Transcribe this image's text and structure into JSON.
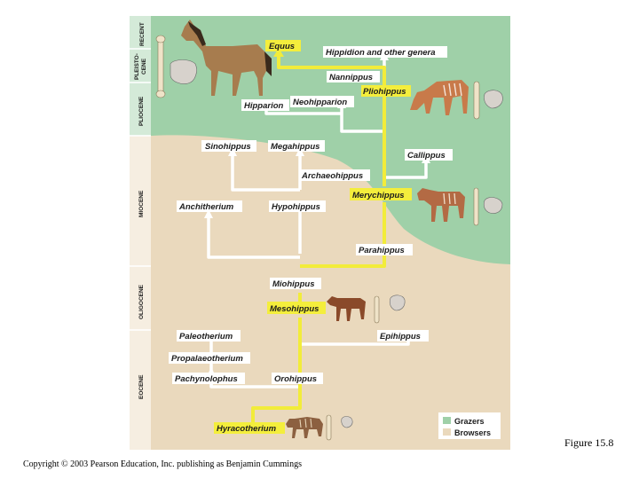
{
  "epochs": {
    "recent": "RECENT",
    "pleistocene_1": "PLEISTO-",
    "pleistocene_2": "CENE",
    "pliocene": "PLIOCENE",
    "miocene": "MIOCENE",
    "oligocene": "OLIGOCENE",
    "eocene": "EOCENE"
  },
  "genera": {
    "equus": "Equus",
    "hippidion": "Hippidion and other genera",
    "nannippus": "Nannippus",
    "pliohippus": "Pliohippus",
    "hipparion": "Hipparion",
    "neohipparion": "Neohipparion",
    "sinohippus": "Sinohippus",
    "megahippus": "Megahippus",
    "callippus": "Callippus",
    "archaeohippus": "Archaeohippus",
    "merychippus": "Merychippus",
    "anchitherium": "Anchitherium",
    "hypohippus": "Hypohippus",
    "parahippus": "Parahippus",
    "miohippus": "Miohippus",
    "mesohippus": "Mesohippus",
    "paleotherium": "Paleotherium",
    "epihippus": "Epihippus",
    "propalaeotherium": "Propalaeotherium",
    "pachynolophus": "Pachynolophus",
    "orohippus": "Orohippus",
    "hyracotherium": "Hyracotherium"
  },
  "legend": {
    "grazers": "Grazers",
    "browsers": "Browsers"
  },
  "colors": {
    "grazers": "#9fd0a8",
    "browsers": "#ead9bd",
    "lineage_main": "#f2ec3a",
    "lineage_side": "#ffffff",
    "highlight_box": "#f4ee3c"
  },
  "caption": "Figure 15.8",
  "copyright": "Copyright © 2003 Pearson Education, Inc. publishing as Benjamin Cummings"
}
